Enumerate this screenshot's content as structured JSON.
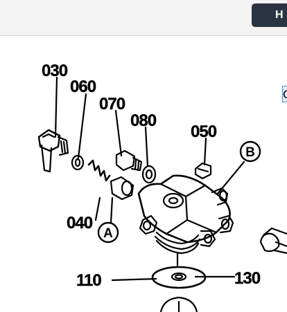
{
  "toolbar": {
    "button_label": "H"
  },
  "side_link": {
    "label": "C"
  },
  "diagram": {
    "callouts": {
      "p030": "030",
      "p060": "060",
      "p070": "070",
      "p080": "080",
      "p050": "050",
      "p040": "040",
      "p110": "110",
      "p130": "130"
    },
    "markers": {
      "a": "A",
      "b": "B"
    }
  }
}
